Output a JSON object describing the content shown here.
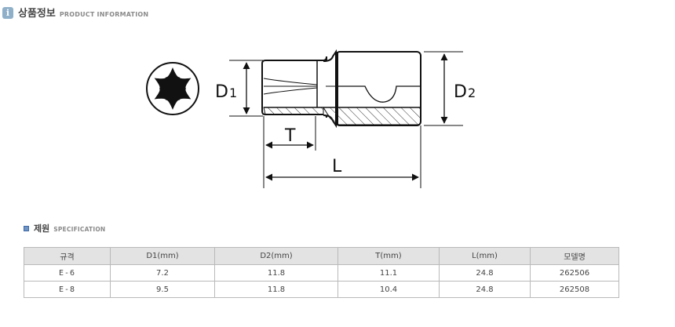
{
  "header": {
    "icon": "info-icon",
    "title_ko": "상품정보",
    "title_en": "PRODUCT INFORMATION"
  },
  "diagram": {
    "label_d1_main": "D",
    "label_d1_sub": "1",
    "label_d2_main": "D",
    "label_d2_sub": "2",
    "label_t": "T",
    "label_l": "L"
  },
  "spec": {
    "title_ko": "제원",
    "title_en": "SPECIFICATION",
    "columns": [
      "규격",
      "D1(mm)",
      "D2(mm)",
      "T(mm)",
      "L(mm)",
      "모델명"
    ],
    "rows": [
      [
        "E-6",
        "7.2",
        "11.8",
        "11.1",
        "24.8",
        "262506"
      ],
      [
        "E-8",
        "9.5",
        "11.8",
        "10.4",
        "24.8",
        "262508"
      ]
    ]
  }
}
